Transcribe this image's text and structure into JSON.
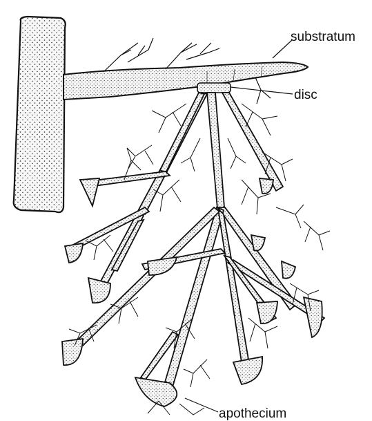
{
  "labels": {
    "substratum": "substratum",
    "disc": "disc",
    "apothecium": "apothecium"
  },
  "colors": {
    "ink": "#111111",
    "background": "#ffffff",
    "stipple_fill": "#f4f4f4"
  }
}
